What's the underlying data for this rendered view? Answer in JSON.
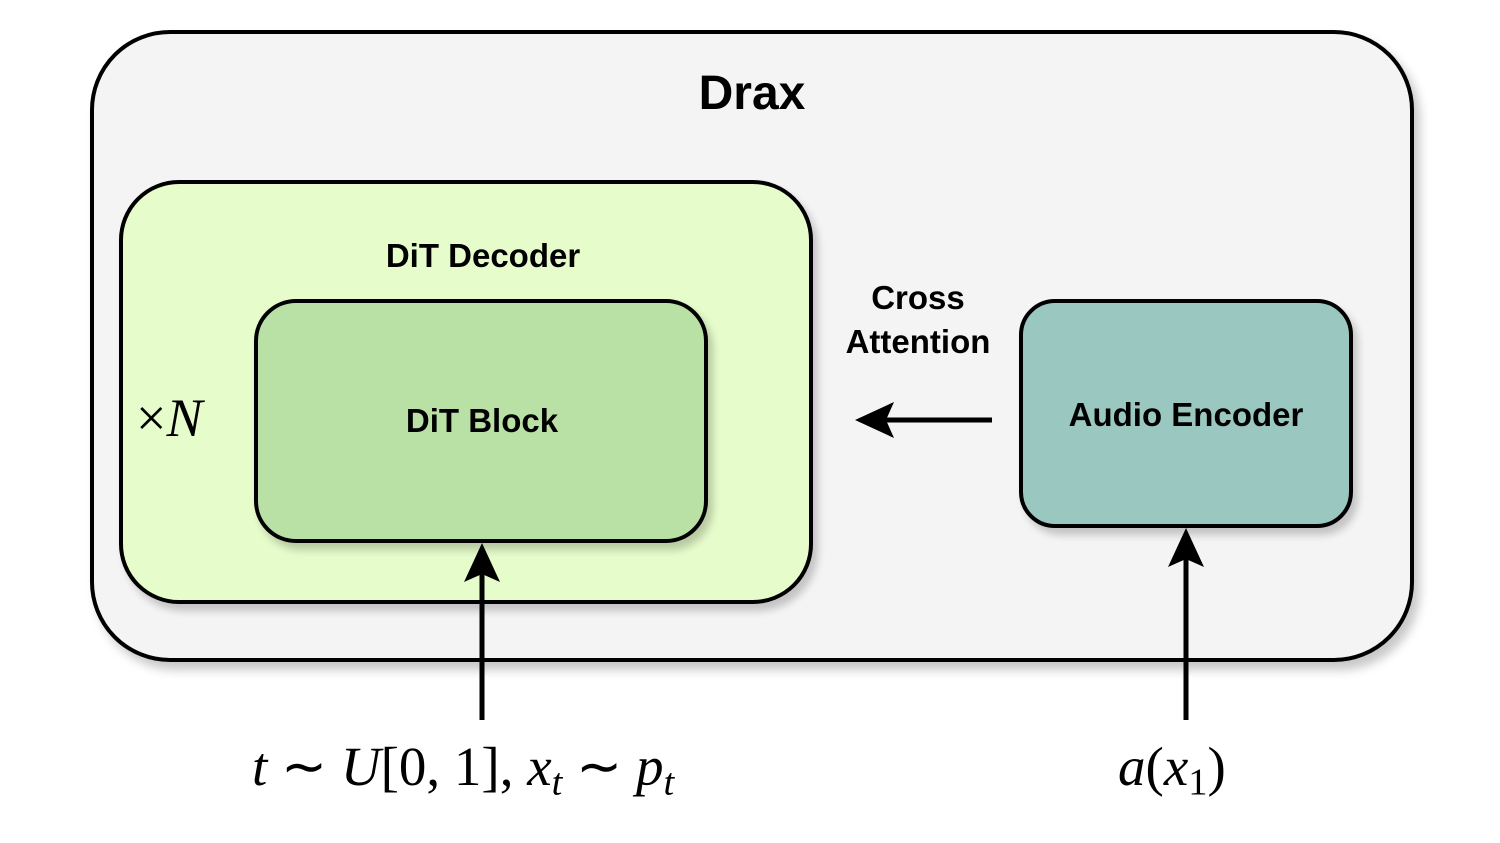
{
  "diagram": {
    "title": "Drax",
    "decoder": {
      "label": "DiT Decoder",
      "repeat_prefix": "×",
      "repeat_symbol": "N"
    },
    "block": {
      "label": "DiT Block"
    },
    "encoder": {
      "label": "Audio Encoder"
    },
    "cross_attention": {
      "line1": "Cross",
      "line2": "Attention"
    },
    "input_left": {
      "t": "t",
      "sim1": " ∼ ",
      "U": "U",
      "interval": "[0, 1], ",
      "x": "x",
      "x_sub": "t",
      "sim2": " ∼ ",
      "p": "p",
      "p_sub": "t"
    },
    "input_right": {
      "a": "a",
      "open": "(",
      "x": "x",
      "x_sub": "1",
      "close": ")"
    },
    "colors": {
      "outer_fill": "#f4f4f4",
      "decoder_fill": "#e6fccb",
      "block_fill": "#b9e0a5",
      "encoder_fill": "#9ac7bf",
      "stroke": "#000000"
    }
  }
}
